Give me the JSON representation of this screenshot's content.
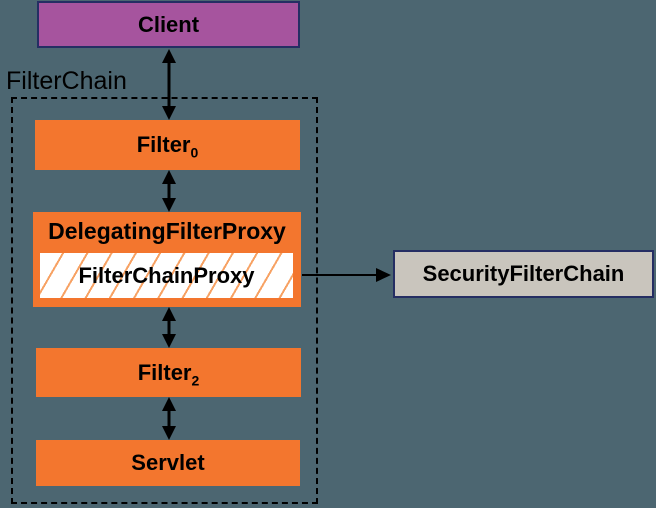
{
  "diagram": {
    "group_label": "FilterChain",
    "boxes": {
      "client": "Client",
      "filter0_base": "Filter",
      "filter0_sub": "0",
      "delegating_filter_proxy": "DelegatingFilterProxy",
      "filter_chain_proxy": "FilterChainProxy",
      "security_filter_chain": "SecurityFilterChain",
      "filter2_base": "Filter",
      "filter2_sub": "2",
      "servlet": "Servlet"
    },
    "connections": [
      {
        "from": "Client",
        "to": "Filter0",
        "type": "double-arrow"
      },
      {
        "from": "Filter0",
        "to": "DelegatingFilterProxy",
        "type": "double-arrow"
      },
      {
        "from": "DelegatingFilterProxy",
        "to": "Filter2",
        "type": "double-arrow"
      },
      {
        "from": "Filter2",
        "to": "Servlet",
        "type": "double-arrow"
      },
      {
        "from": "FilterChainProxy",
        "to": "SecurityFilterChain",
        "type": "single-arrow"
      }
    ],
    "colors": {
      "background": "#4C6671",
      "box_orange": "#F3762E",
      "box_purple": "#A6549E",
      "box_tan": "#C9C5BD",
      "border_navy": "#252E63",
      "hatch_orange": "#F7A264",
      "shadow_gray_1": "#A9A9A9",
      "shadow_gray_2": "#D8D8D8",
      "arrow_black": "#000000"
    }
  }
}
